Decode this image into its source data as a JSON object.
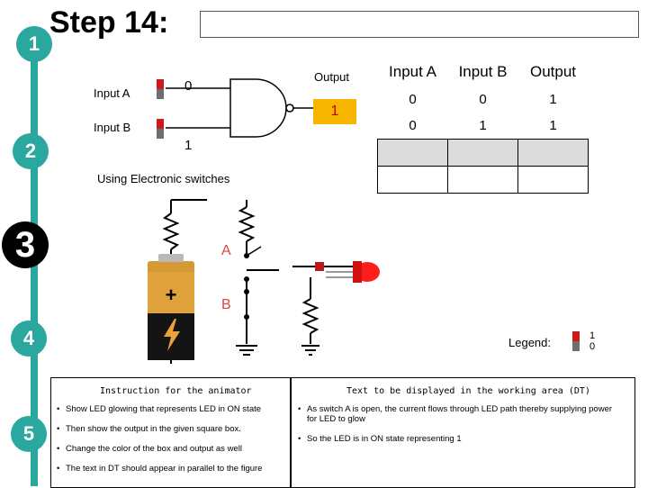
{
  "slide": {
    "title": "Step 14:",
    "steps": [
      "1",
      "2",
      "3",
      "4",
      "5"
    ]
  },
  "gate": {
    "input_a_label": "Input A",
    "input_b_label": "Input B",
    "input_a_value": "0",
    "input_b_value": "1",
    "output_label": "Output",
    "output_value": "1"
  },
  "truth_table": {
    "headers": [
      "Input A",
      "Input B",
      "Output"
    ],
    "rows": [
      [
        "0",
        "0",
        "1"
      ],
      [
        "0",
        "1",
        "1"
      ]
    ]
  },
  "circuit": {
    "caption": "Using Electronic switches",
    "switch_a_label": "A",
    "switch_b_label": "B"
  },
  "legend": {
    "label": "Legend:",
    "on_value": "1",
    "off_value": "0"
  },
  "instructions": {
    "animator_heading": "Instruction for the animator",
    "dt_heading": "Text to be displayed in the working area (DT)",
    "animator_items": [
      "Show LED glowing that represents LED in ON state",
      "Then show the output in the given square box.",
      "Change the color of the box and output as well",
      "The text in DT should appear  in parallel to the figure"
    ],
    "dt_items": [
      "As switch A is open, the current flows through LED path thereby supplying power for LED to glow",
      "So the LED is in ON state representing 1"
    ]
  },
  "colors": {
    "teal": "#2aa79e",
    "amber": "#f7b500",
    "red_text": "#c00000"
  }
}
